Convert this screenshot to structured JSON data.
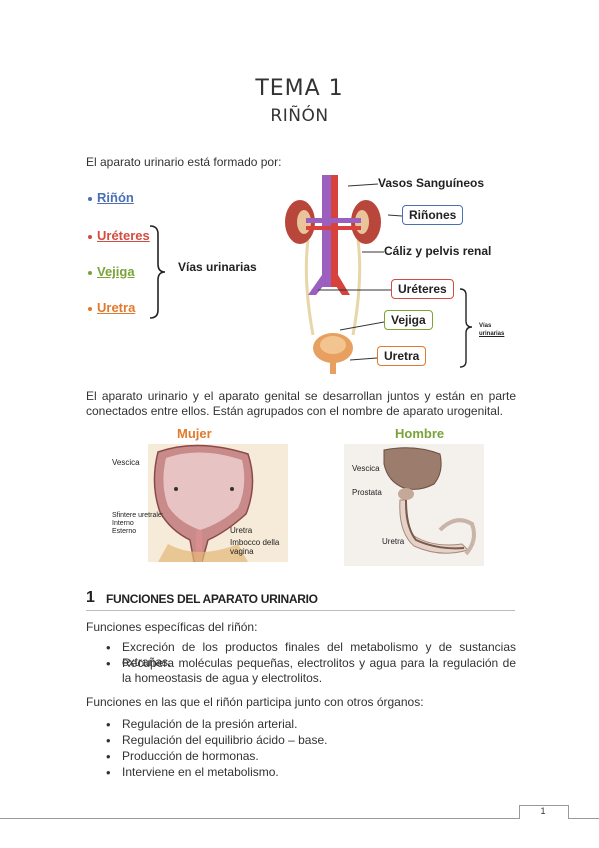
{
  "header": {
    "title": "TEMA 1",
    "subtitle": "RIÑÓN"
  },
  "intro": "El aparato urinario está formado por:",
  "components": [
    {
      "label": "Riñón",
      "color": "#4a6fb5"
    },
    {
      "label": "Uréteres",
      "color": "#d44b3f"
    },
    {
      "label": "Vejiga",
      "color": "#7aa33a"
    },
    {
      "label": "Uretra",
      "color": "#e07a2c"
    }
  ],
  "vias_label": "Vías urinarias",
  "anatomy_labels": {
    "vasos": "Vasos Sanguíneos",
    "rinones": "Riñones",
    "caliz": "Cáliz y pelvis renal",
    "ureteres": "Uréteres",
    "vejiga": "Vejiga",
    "uretra": "Uretra",
    "vias_small_1": "Vías",
    "vias_small_2": "urinarias"
  },
  "paragraph2": "El aparato urinario y el aparato genital se desarrollan juntos y están en parte conectados entre ellos. Están agrupados con el nombre de aparato urogenital.",
  "figures": {
    "mujer": {
      "title": "Mujer",
      "labels": [
        "Vescica",
        "Sfintere uretrale:",
        "Interno",
        "Esterno",
        "Uretra",
        "Imbocco della vagina"
      ]
    },
    "hombre": {
      "title": "Hombre",
      "labels": [
        "Vescica",
        "Prostata",
        "Uretra"
      ]
    }
  },
  "section1": {
    "number": "1",
    "title": "FUNCIONES DEL APARATO URINARIO"
  },
  "func_especificas_intro": "Funciones específicas del riñón:",
  "func_especificas": [
    "Excreción de los productos finales del metabolismo y de sustancias extrañas.",
    "Recupera moléculas pequeñas, electrolitos y agua para la regulación de la homeostasis de agua y electrolitos."
  ],
  "func_otros_intro": "Funciones en las que el riñón participa junto con otros órganos:",
  "func_otros": [
    "Regulación de la presión arterial.",
    "Regulación del equilibrio ácido – base.",
    "Producción de hormonas.",
    "Interviene en el metabolismo."
  ],
  "page_number": "1"
}
